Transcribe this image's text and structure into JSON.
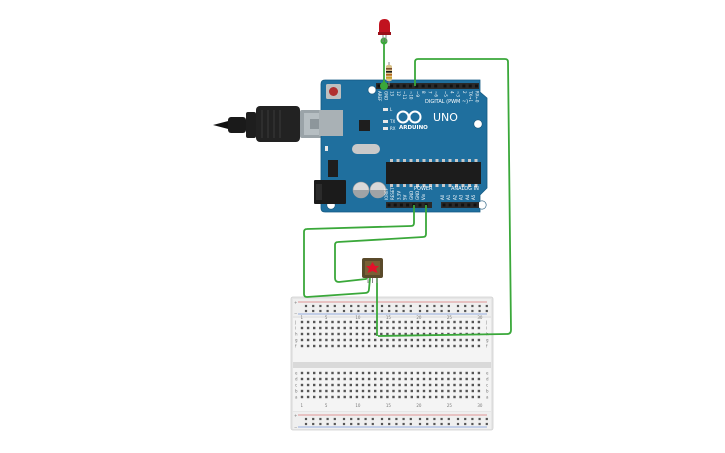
{
  "board": {
    "model": "UNO",
    "brand": "ARDUINO",
    "digital_label": "DIGITAL (PWM ~)",
    "power_label": "POWER",
    "analog_label": "ANALOG IN",
    "tx_label": "TX",
    "rx_label": "RX",
    "l_label": "L",
    "on_label": "ON",
    "digital_pins": [
      "AREF",
      "GND",
      "13",
      "12",
      "~11",
      "~10",
      "~9",
      "8",
      "7",
      "~6",
      "~5",
      "4",
      "~3",
      "2",
      "TX→1",
      "RX←0"
    ],
    "power_pins": [
      "IOREF",
      "RESET",
      "3.3V",
      "5V",
      "GND",
      "GND",
      "Vin"
    ],
    "analog_pins": [
      "A0",
      "A1",
      "A2",
      "A3",
      "A4",
      "A5"
    ]
  },
  "components": {
    "led": "led-icon",
    "resistor": "resistor-icon",
    "sensor": "tilt-sensor-icon",
    "usb": "usb-cable-icon"
  },
  "breadboard": {
    "column_labels": [
      "1",
      "5",
      "10",
      "15",
      "20",
      "25",
      "30"
    ],
    "row_labels_top": [
      "j",
      "i",
      "h",
      "g",
      "f"
    ],
    "row_labels_bottom": [
      "e",
      "d",
      "c",
      "b",
      "a"
    ],
    "rail_plus": "+",
    "rail_minus": "−"
  },
  "colors": {
    "wire": "#3aa83a",
    "board": "#1f6f9e",
    "header": "#2a2a2a",
    "led": "#c1121f",
    "sensor": "#c8102e"
  }
}
